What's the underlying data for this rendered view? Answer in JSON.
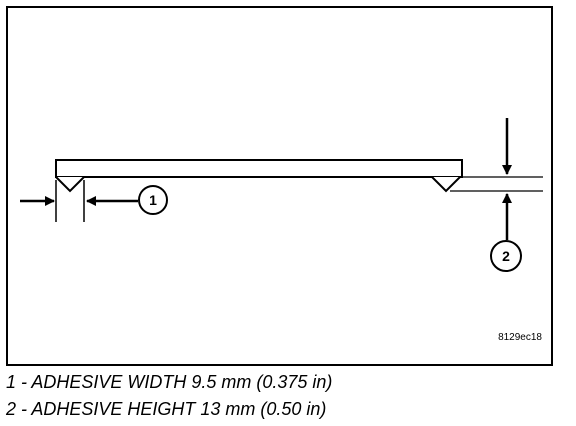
{
  "figure": {
    "code": "8129ec18",
    "callouts": [
      "1",
      "2"
    ]
  },
  "legend": [
    "1 - ADHESIVE WIDTH 9.5 mm (0.375 in)",
    "2 - ADHESIVE HEIGHT 13 mm (0.50 in)"
  ]
}
